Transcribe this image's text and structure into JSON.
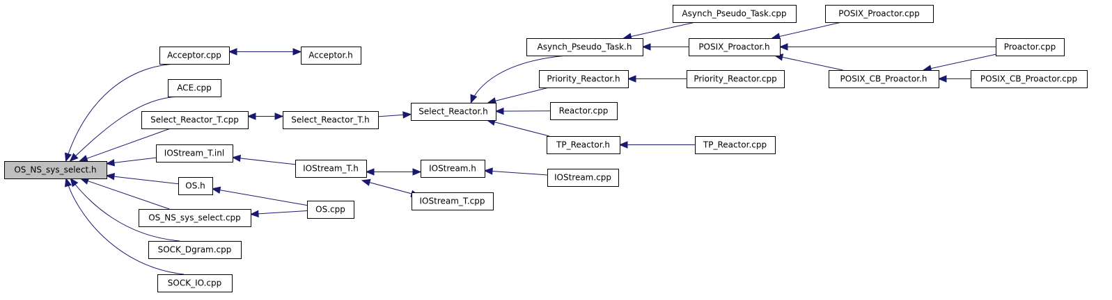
{
  "graph": {
    "root": "OS_NS_sys_select.h",
    "nodes": [
      {
        "id": "root",
        "label": "OS_NS_sys_select.h"
      },
      {
        "id": "acceptor_cpp",
        "label": "Acceptor.cpp"
      },
      {
        "id": "acceptor_h",
        "label": "Acceptor.h"
      },
      {
        "id": "ace_cpp",
        "label": "ACE.cpp"
      },
      {
        "id": "srt_cpp",
        "label": "Select_Reactor_T.cpp"
      },
      {
        "id": "srt_h",
        "label": "Select_Reactor_T.h"
      },
      {
        "id": "sr_h",
        "label": "Select_Reactor.h"
      },
      {
        "id": "iost_inl",
        "label": "IOStream_T.inl"
      },
      {
        "id": "iost_h",
        "label": "IOStream_T.h"
      },
      {
        "id": "ios_h",
        "label": "IOStream.h"
      },
      {
        "id": "ios_cpp",
        "label": "IOStream.cpp"
      },
      {
        "id": "iost_cpp",
        "label": "IOStream_T.cpp"
      },
      {
        "id": "os_h",
        "label": "OS.h"
      },
      {
        "id": "os_cpp",
        "label": "OS.cpp"
      },
      {
        "id": "onss_cpp",
        "label": "OS_NS_sys_select.cpp"
      },
      {
        "id": "sockd_cpp",
        "label": "SOCK_Dgram.cpp"
      },
      {
        "id": "sockio_cpp",
        "label": "SOCK_IO.cpp"
      },
      {
        "id": "apt_h",
        "label": "Asynch_Pseudo_Task.h"
      },
      {
        "id": "apt_cpp",
        "label": "Asynch_Pseudo_Task.cpp"
      },
      {
        "id": "pr_h",
        "label": "Priority_Reactor.h"
      },
      {
        "id": "pr_cpp",
        "label": "Priority_Reactor.cpp"
      },
      {
        "id": "reactor_cpp",
        "label": "Reactor.cpp"
      },
      {
        "id": "tpr_h",
        "label": "TP_Reactor.h"
      },
      {
        "id": "tpr_cpp",
        "label": "TP_Reactor.cpp"
      },
      {
        "id": "pp_h",
        "label": "POSIX_Proactor.h"
      },
      {
        "id": "pp_cpp",
        "label": "POSIX_Proactor.cpp"
      },
      {
        "id": "proactor_cpp",
        "label": "Proactor.cpp"
      },
      {
        "id": "pcbp_h",
        "label": "POSIX_CB_Proactor.h"
      },
      {
        "id": "pcbp_cpp",
        "label": "POSIX_CB_Proactor.cpp"
      }
    ],
    "edges": [
      {
        "from": "acceptor_cpp",
        "to": "root"
      },
      {
        "from": "ace_cpp",
        "to": "root"
      },
      {
        "from": "srt_cpp",
        "to": "root"
      },
      {
        "from": "iost_inl",
        "to": "root"
      },
      {
        "from": "os_h",
        "to": "root"
      },
      {
        "from": "onss_cpp",
        "to": "root"
      },
      {
        "from": "sockd_cpp",
        "to": "root"
      },
      {
        "from": "sockio_cpp",
        "to": "root"
      },
      {
        "from": "acceptor_cpp",
        "to": "acceptor_h"
      },
      {
        "from": "acceptor_h",
        "to": "acceptor_cpp"
      },
      {
        "from": "srt_cpp",
        "to": "srt_h"
      },
      {
        "from": "srt_h",
        "to": "srt_cpp"
      },
      {
        "from": "srt_h",
        "to": "sr_h"
      },
      {
        "from": "iost_h",
        "to": "iost_inl"
      },
      {
        "from": "ios_h",
        "to": "iost_h"
      },
      {
        "from": "iost_h",
        "to": "ios_h"
      },
      {
        "from": "iost_cpp",
        "to": "iost_h"
      },
      {
        "from": "iost_h",
        "to": "iost_cpp"
      },
      {
        "from": "ios_cpp",
        "to": "ios_h"
      },
      {
        "from": "os_cpp",
        "to": "os_h"
      },
      {
        "from": "os_cpp",
        "to": "onss_cpp"
      },
      {
        "from": "apt_h",
        "to": "sr_h"
      },
      {
        "from": "pr_h",
        "to": "sr_h"
      },
      {
        "from": "reactor_cpp",
        "to": "sr_h"
      },
      {
        "from": "tpr_h",
        "to": "sr_h"
      },
      {
        "from": "apt_cpp",
        "to": "apt_h"
      },
      {
        "from": "pp_h",
        "to": "apt_h"
      },
      {
        "from": "pr_cpp",
        "to": "pr_h"
      },
      {
        "from": "tpr_cpp",
        "to": "tpr_h"
      },
      {
        "from": "pp_cpp",
        "to": "pp_h"
      },
      {
        "from": "proactor_cpp",
        "to": "pp_h"
      },
      {
        "from": "pcbp_h",
        "to": "pp_h"
      },
      {
        "from": "proactor_cpp",
        "to": "pcbp_h"
      },
      {
        "from": "pcbp_cpp",
        "to": "pcbp_h"
      }
    ]
  }
}
